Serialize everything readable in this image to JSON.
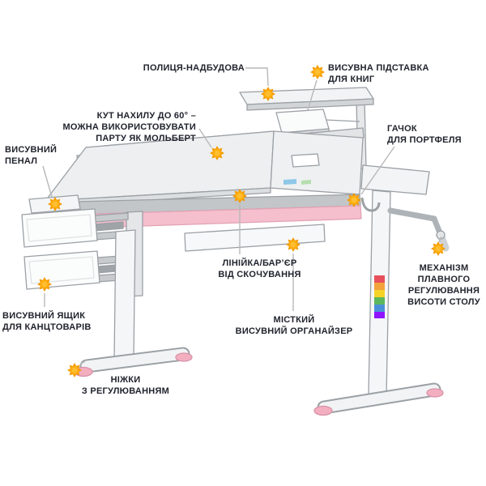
{
  "labels": {
    "shelf": "ПОЛИЦЯ-НАДБУДОВА",
    "book_stand": "ВИСУВНА ПІДСТАВКА\nДЛЯ КНИГ",
    "tilt_angle": "КУТ НАХИЛУ ДО 60° –\nМОЖНА ВИКОРИСТОВУВАТИ\nПАРТУ ЯК МОЛЬБЕРТ",
    "pencil_case": "ВИСУВНИЙ\nПЕНАЛ",
    "hook": "ГАЧОК\nДЛЯ ПОРТФЕЛЯ",
    "ruler_barrier": "ЛІНІЙКА/БАР’ЄР\nВІД СКОЧУВАННЯ",
    "height_mechanism": "МЕХАНІЗМ\nПЛАВНОГО\nРЕГУЛЮВАННЯ\nВИСОТИ СТОЛУ",
    "stationery_drawer": "ВИСУВНИЙ ЯЩИК\nДЛЯ КАНЦТОВАРІВ",
    "organizer": "МІСТКИЙ\nВИСУВНИЙ ОРГАНАЙЗЕР",
    "feet": "НІЖКИ\nЗ РЕГУЛЮВАННЯМ"
  },
  "marker": {
    "icon": "sun-burst",
    "color": "#f39a00"
  },
  "colors": {
    "label_text": "#22242e",
    "leader_line": "#b8b8b8",
    "desk_top": "#edeff0",
    "desk_edge": "#9ba0a5",
    "pink_accent": "#f5bfcd",
    "pink_pad": "#f3aec0"
  }
}
